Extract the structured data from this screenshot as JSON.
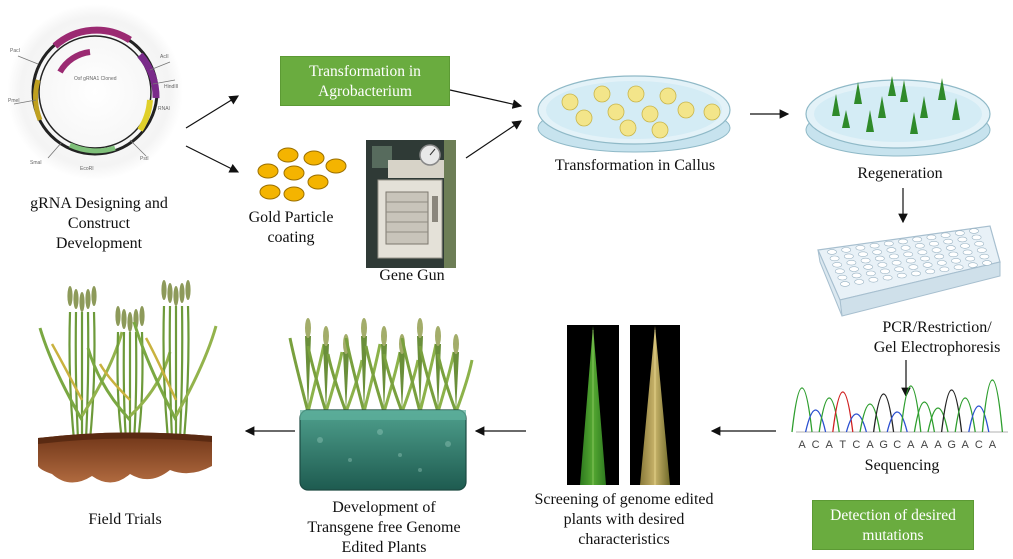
{
  "labels": {
    "grna_l1": "gRNA Designing and",
    "grna_l2": "Construct",
    "grna_l3": "Development",
    "gold_l1": "Gold Particle",
    "gold_l2": "coating",
    "gene_gun": "Gene Gun",
    "callus": "Transformation in Callus",
    "regeneration": "Regeneration",
    "pcr_l1": "PCR/Restriction/",
    "pcr_l2": "Gel Electrophoresis",
    "sequencing": "Sequencing",
    "screen_l1": "Screening of genome edited",
    "screen_l2": "plants with desired",
    "screen_l3": "characteristics",
    "dev_l1": "Development of",
    "dev_l2": "Transgene free  Genome",
    "dev_l3": "Edited Plants",
    "field": "Field Trials"
  },
  "boxes": {
    "agro_l1": "Transformation in",
    "agro_l2": "Agrobacterium",
    "detect_l1": "Detection of desired",
    "detect_l2": "mutations"
  },
  "sequence": [
    "A",
    "C",
    "A",
    "T",
    "C",
    "A",
    "G",
    "C",
    "A",
    "A",
    "A",
    "G",
    "A",
    "C",
    "A"
  ],
  "colors": {
    "box_green": "#6aac3f",
    "gold": "#f4b400",
    "callus": "#f3e58a",
    "dish": "#d9eef6",
    "soil": "#8b4a2a",
    "pot": "#2f7f70",
    "base_A": "#2e9e2e",
    "base_C": "#2a4fd0",
    "base_G": "#222222",
    "base_T": "#d02020"
  }
}
